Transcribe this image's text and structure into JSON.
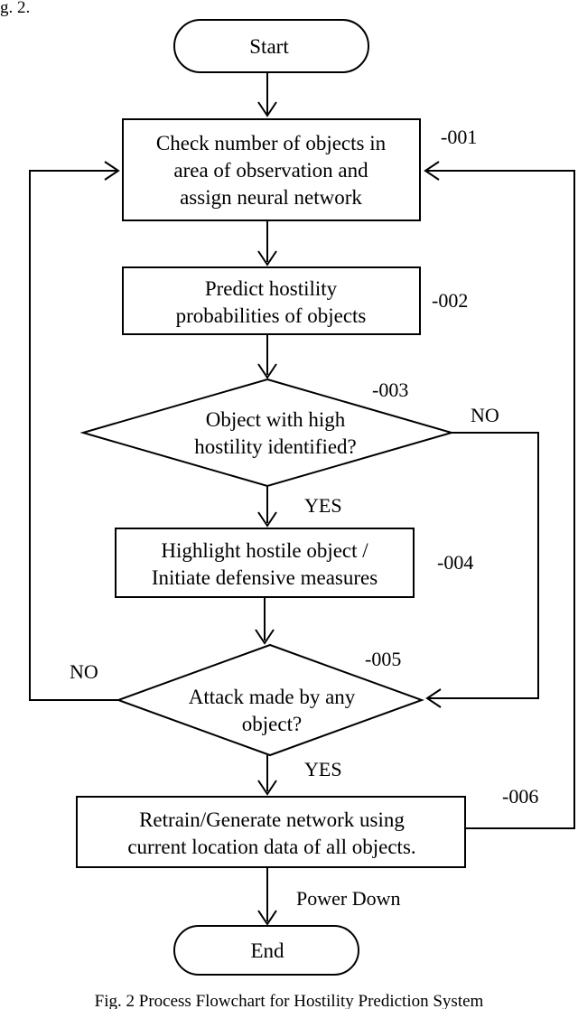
{
  "header": {
    "fragment": "g. 2."
  },
  "flowchart": {
    "start": "Start",
    "step_001": {
      "ref": "-001",
      "lines": [
        "Check number of objects in",
        "area of observation and",
        "assign neural network"
      ]
    },
    "step_002": {
      "ref": "-002",
      "lines": [
        "Predict hostility",
        "probabilities of objects"
      ]
    },
    "decision_003": {
      "ref": "-003",
      "lines": [
        "Object with high",
        "hostility identified?"
      ],
      "yes": "YES",
      "no": "NO"
    },
    "step_004": {
      "ref": "-004",
      "lines": [
        "Highlight hostile object /",
        "Initiate defensive measures"
      ]
    },
    "decision_005": {
      "ref": "-005",
      "lines": [
        "Attack made by any",
        "object?"
      ],
      "yes": "YES",
      "no": "NO"
    },
    "step_006": {
      "ref": "-006",
      "lines": [
        "Retrain/Generate network using",
        "current location data of all objects."
      ]
    },
    "power_down": "Power Down",
    "end": "End"
  },
  "caption": "Fig. 2 Process Flowchart for Hostility Prediction System"
}
